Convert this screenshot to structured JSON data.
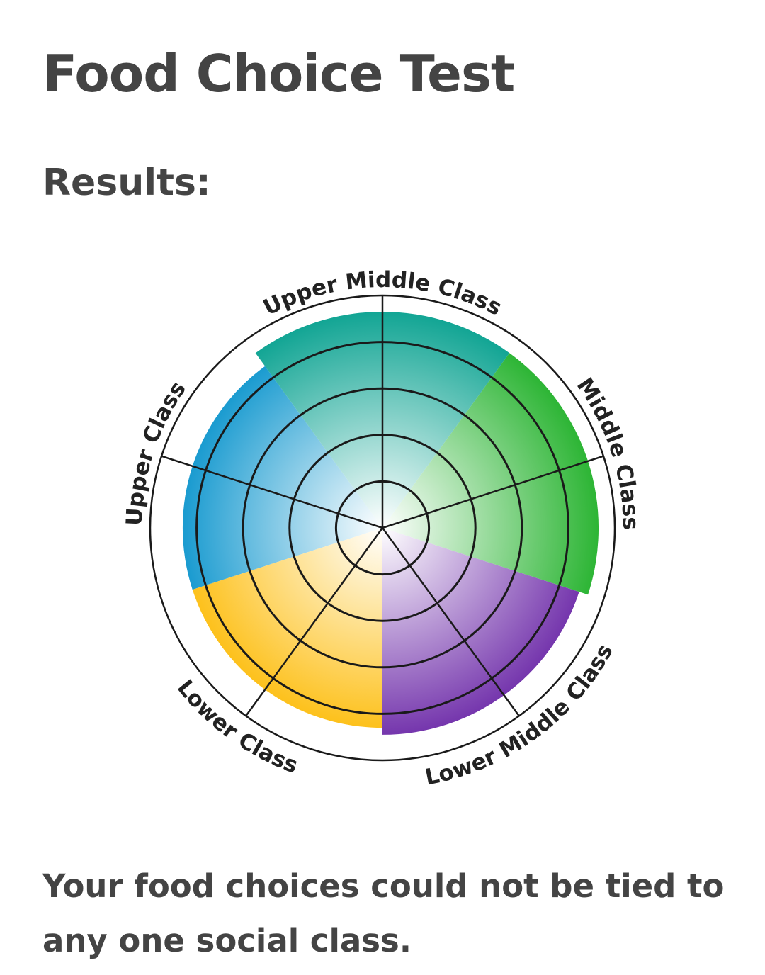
{
  "page": {
    "title": "Food Choice Test",
    "subtitle": "Results:",
    "result_text": "Your food choices could not be tied to any one social class."
  },
  "chart_data": {
    "type": "polar-area",
    "title": "",
    "scale_max": 5,
    "rings": [
      1,
      2,
      3,
      4,
      5
    ],
    "categories": [
      "Upper Class",
      "Upper Middle Class",
      "Middle Class",
      "Lower Middle Class",
      "Lower Class"
    ],
    "values": [
      4.3,
      4.65,
      4.65,
      4.45,
      4.3
    ],
    "colors": [
      "#1a9bd0",
      "#12a594",
      "#2db535",
      "#7536ad",
      "#fdc11c"
    ]
  }
}
